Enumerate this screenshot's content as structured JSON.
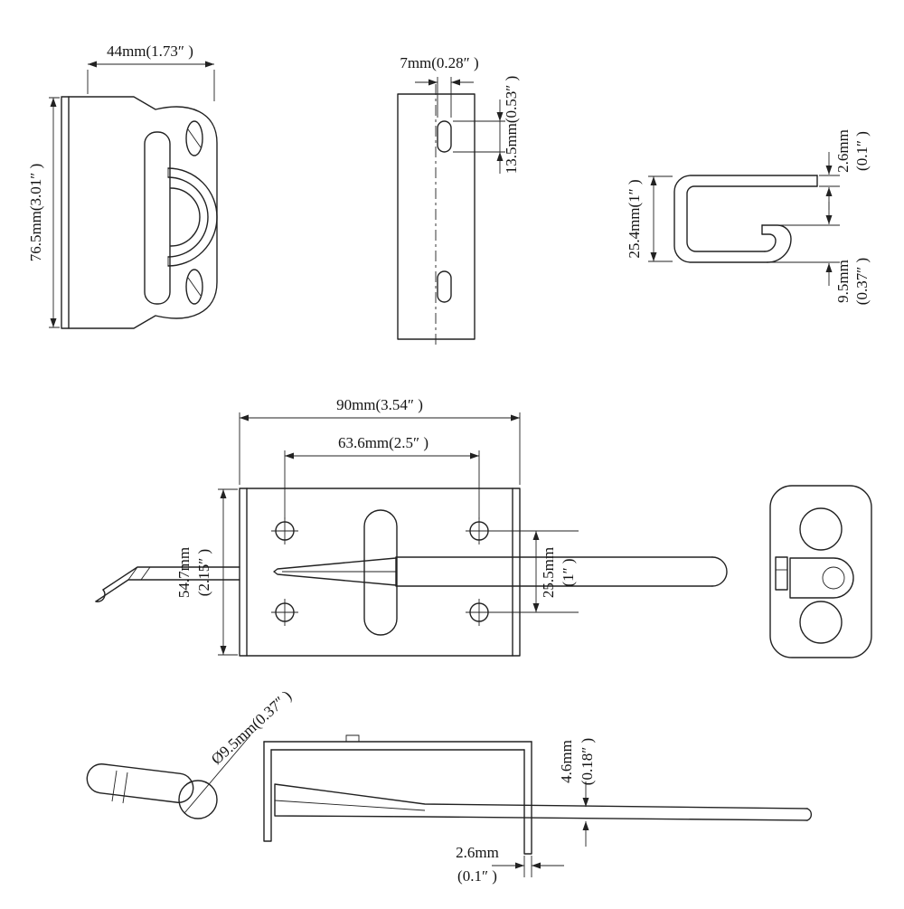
{
  "dims": {
    "keeper_width": "44mm(1.73″ )",
    "keeper_height": "76.5mm(3.01″ )",
    "slot_width": "7mm(0.28″ )",
    "slot_height": "13.5mm(0.53″ )",
    "profile_height": "25.4mm(1″ )",
    "profile_top_1": "2.6mm",
    "profile_top_2": "(0.1″ )",
    "profile_hook_1": "9.5mm",
    "profile_hook_2": "(0.37″ )",
    "body_width": "90mm(3.54″ )",
    "hole_span": "63.6mm(2.5″ )",
    "body_height_1": "54.7mm",
    "body_height_2": "(2.15″ )",
    "hole_rows_1": "25.5mm",
    "hole_rows_2": "(1″ )",
    "bolt_dia": "Ø9.5mm(0.37″ )",
    "rod_thick_1": "4.6mm",
    "rod_thick_2": "(0.18″ )",
    "guide_thick_1": "2.6mm",
    "guide_thick_2": "(0.1″ )"
  },
  "colors": {
    "line": "#222222",
    "background": "#ffffff"
  }
}
